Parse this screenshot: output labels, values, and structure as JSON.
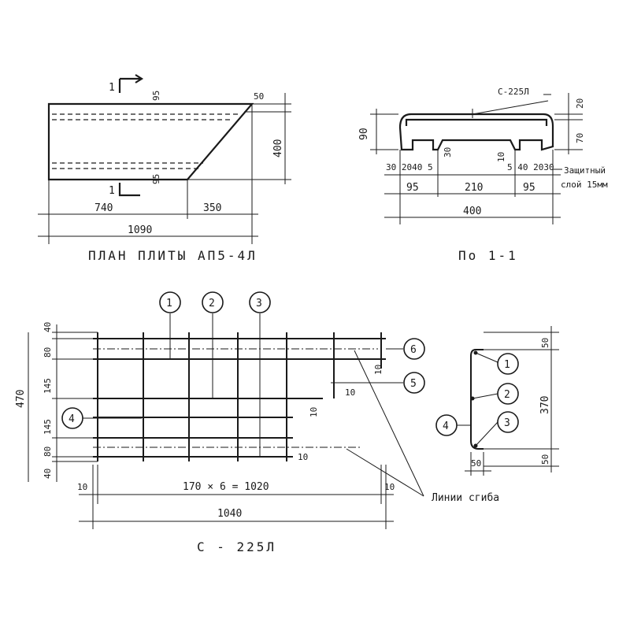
{
  "plan": {
    "title": "ПЛАН ПЛИТЫ АП5-4Л",
    "section_mark": "1",
    "dims": {
      "d95_top": "95",
      "d95_bottom": "95",
      "d50": "50",
      "d400": "400",
      "d740": "740",
      "d350": "350",
      "d1090": "1090"
    }
  },
  "section": {
    "title": "По 1-1",
    "mesh_label": "С-225Л",
    "cover_note_1": "Защитный",
    "cover_note_2": "слой 15мм",
    "dims": {
      "d90": "90",
      "d20": "20",
      "d70": "70",
      "d30": "30",
      "d10": "10",
      "bottom_left": "30 2040 5",
      "bottom_right": "5 40 2030",
      "d95_left": "95",
      "d210": "210",
      "d95_right": "95",
      "d400": "400"
    }
  },
  "mesh": {
    "title": "С - 225Л",
    "marks": [
      "1",
      "2",
      "3",
      "4",
      "5",
      "6"
    ],
    "bend_label": "Линии сгиба",
    "dims": {
      "left_40_top": "40",
      "left_80_top": "80",
      "left_145_top": "145",
      "left_145_bot": "145",
      "left_80_bot": "80",
      "left_40_bot": "40",
      "total_470": "470",
      "spacing": "170 × 6 = 1020",
      "end_10_left": "10",
      "end_10_right": "10",
      "total_1040": "1040",
      "d10_a": "10",
      "d10_b": "10",
      "d10_c": "10",
      "d10_d": "10"
    }
  },
  "mesh_section": {
    "marks": [
      "1",
      "2",
      "3",
      "4"
    ],
    "dims": {
      "d50_top": "50",
      "d370": "370",
      "d50_bot": "50",
      "d50_width": "50"
    }
  }
}
